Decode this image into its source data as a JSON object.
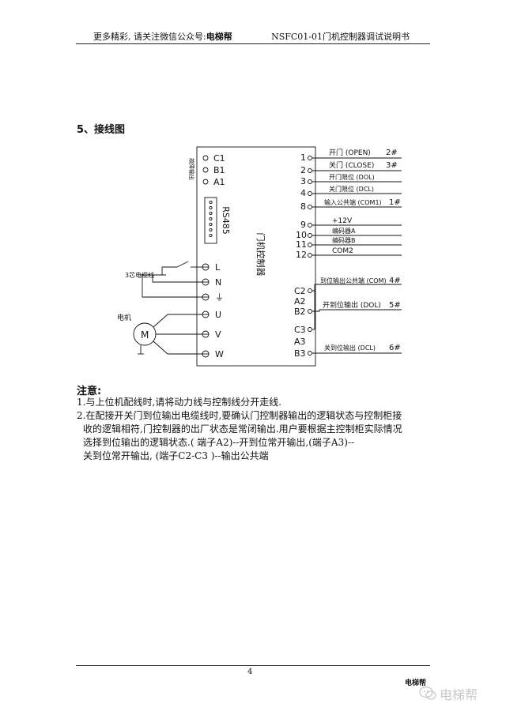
{
  "header": {
    "left_prefix": "更多精彩, 请关注微信公众号:",
    "left_brand": "电梯帮",
    "right": "NSFC01-01门机控制器调试说明书"
  },
  "section_title": "5、接线图",
  "diagram": {
    "controller_label": "门机控制器",
    "fault_output_label": "故障输出",
    "rs485_label": "RS485",
    "cable_label": "3芯电缆线",
    "motor_label": "电机",
    "motor_symbol": "M",
    "left_terminals": [
      "C1",
      "B1",
      "A1"
    ],
    "power_terminals": [
      "L",
      "N",
      "⏚"
    ],
    "motor_terminals": [
      "U",
      "V",
      "W"
    ],
    "right_terminals": [
      "1",
      "2",
      "3",
      "4",
      "8",
      "9",
      "10",
      "11",
      "12"
    ],
    "relay_terminals": [
      "C2",
      "A2",
      "B2",
      "C3",
      "A3",
      "B3"
    ],
    "signals": [
      {
        "label": "开门 (OPEN)",
        "code": "2#"
      },
      {
        "label": "关门 (CLOSE)",
        "code": "3#"
      },
      {
        "label": "开门限位 (DOL)",
        "code": ""
      },
      {
        "label": "关门限位 (DCL)",
        "code": ""
      },
      {
        "label": "输入公共端 (COM1)",
        "code": "1#"
      },
      {
        "label": "+12V",
        "code": ""
      },
      {
        "label": "编码器A",
        "code": ""
      },
      {
        "label": "编码器B",
        "code": ""
      },
      {
        "label": "COM2",
        "code": ""
      }
    ],
    "relay_signals": [
      {
        "label": "到位输出公共端 (COM)",
        "code": "4#"
      },
      {
        "label": "开到位输出 (DOL)",
        "code": "5#"
      },
      {
        "label": "关到位输出 (DCL)",
        "code": "6#"
      }
    ]
  },
  "notes": {
    "title": "注意:",
    "n1": "1.与上位机配线时,请将动力线与控制线分开走线.",
    "n2_l1": "2.在配接开关门到位输出电缆线时,要确认门控制器输出的逻辑状态与控制柜接",
    "n2_l2": "收的逻辑相符,门控制器的出厂状态是常闭输出.用户要根据主控制柜实际情况",
    "n2_l3": "选择到位输出的逻辑状态.( 端子A2)--开到位常开输出,(端子A3)--",
    "n2_l4": "关到位常开输出, (端子C2-C3 )--输出公共端"
  },
  "footer": {
    "page_number": "4",
    "brand": "电梯帮",
    "watermark": "电梯帮"
  }
}
